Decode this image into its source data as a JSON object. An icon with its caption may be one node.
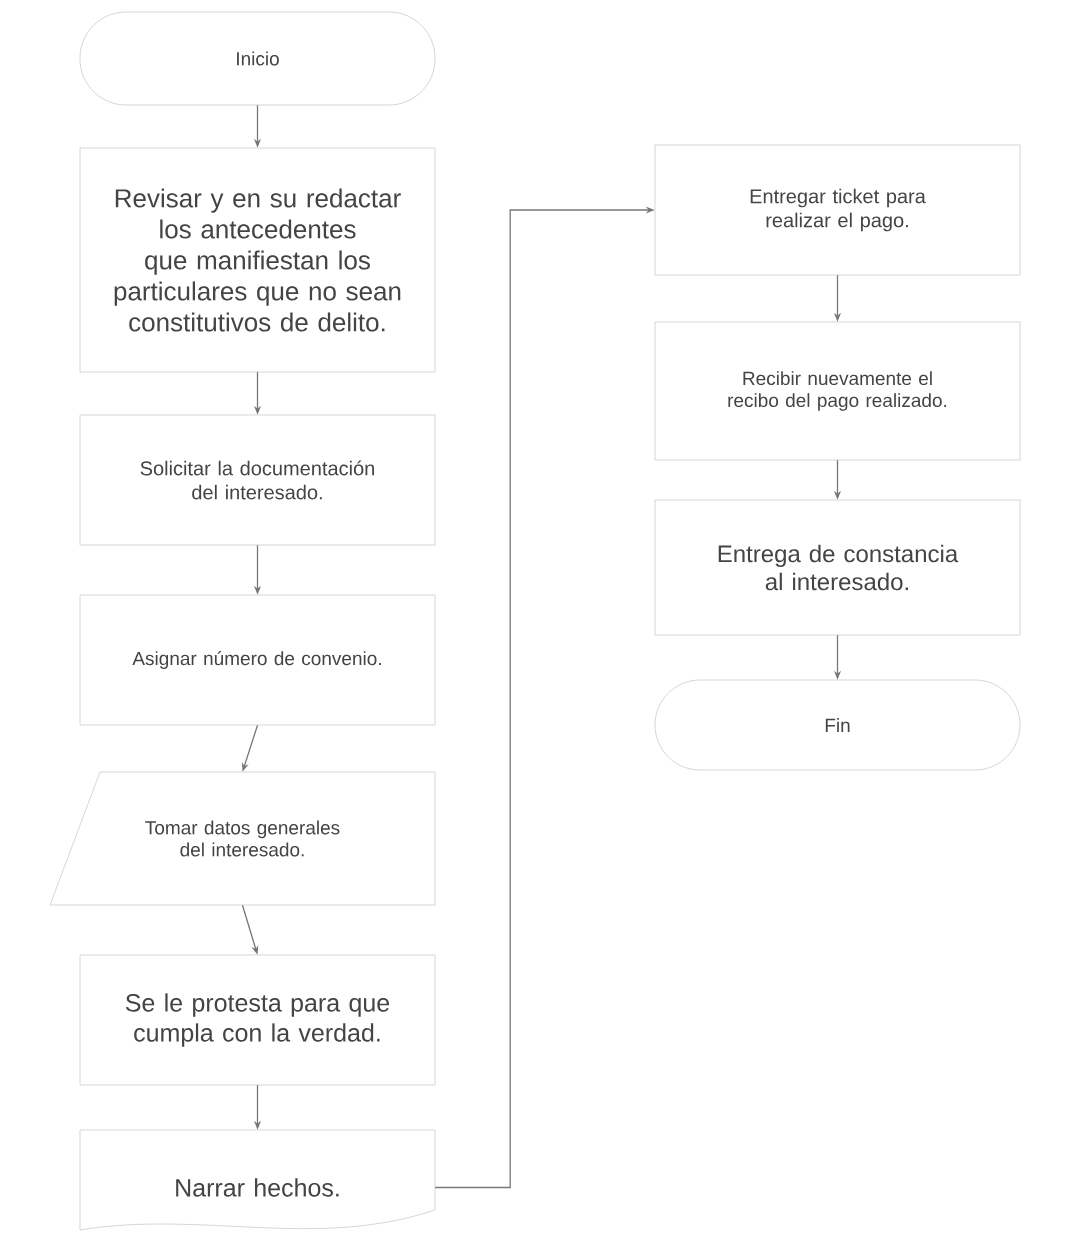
{
  "diagram": {
    "nodes": [
      {
        "text": [
          "Inicio"
        ]
      },
      {
        "text": [
          "Revisar y en su redactar los antecedentes que manifiestan los particulares que no sean constitutivos de delito."
        ]
      },
      {
        "text": [
          "Solicitar la documentación del interesado."
        ]
      },
      {
        "text": [
          "Asignar número de convenio."
        ]
      },
      {
        "text": [
          "Tomar datos generales del interesado."
        ]
      },
      {
        "text": [
          "Se le protesta para que cumpla con la verdad."
        ]
      },
      {
        "text": [
          "Narrar hechos."
        ]
      },
      {
        "text": [
          "Entregar ticket para realizar el pago."
        ]
      },
      {
        "text": [
          "Recibir nuevamente el recibo del pago realizado."
        ]
      },
      {
        "text": [
          "Entrega de constancia al interesado."
        ]
      },
      {
        "text": [
          "Fin"
        ]
      }
    ],
    "edges": [
      {
        "from": 0,
        "to": 1,
        "arrow": "to"
      },
      {
        "from": 1,
        "to": 2,
        "arrow": "to"
      },
      {
        "from": 2,
        "to": 3,
        "arrow": "to"
      },
      {
        "from": 3,
        "to": 4,
        "arrow": "to"
      },
      {
        "from": 4,
        "to": 5,
        "arrow": "to"
      },
      {
        "from": 5,
        "to": 6,
        "arrow": "to"
      },
      {
        "from": 6,
        "to": 7,
        "arrow": "to"
      },
      {
        "from": 7,
        "to": 8,
        "arrow": "to"
      },
      {
        "from": 8,
        "to": 9,
        "arrow": "to"
      },
      {
        "from": 9,
        "to": 10,
        "arrow": "to"
      }
    ]
  }
}
